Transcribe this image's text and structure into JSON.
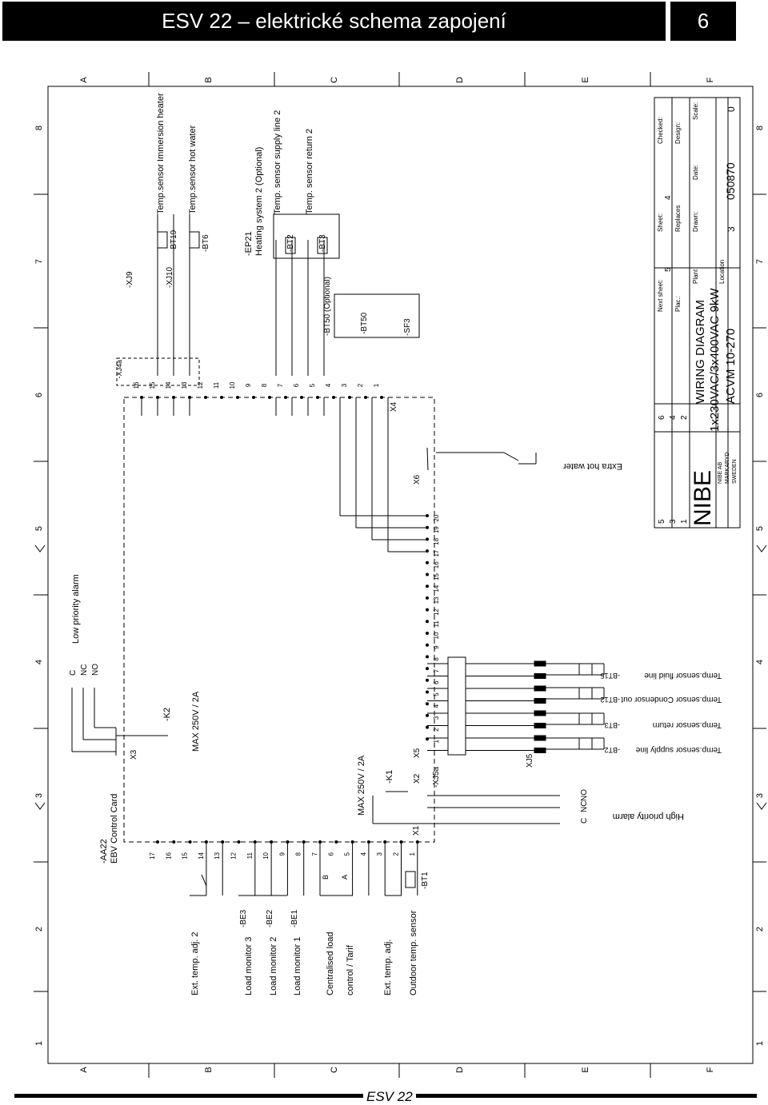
{
  "header": {
    "title": "ESV 22 – elektrické schema zapojení",
    "page_number": "6"
  },
  "footer": {
    "label": "ESV 22"
  },
  "grid": {
    "columns": [
      "A",
      "B",
      "C",
      "D",
      "E",
      "F"
    ],
    "rows": [
      "8",
      "7",
      "6",
      "5",
      "4",
      "3",
      "2",
      "1"
    ]
  },
  "board": {
    "name": "-AA22",
    "subtitle": "EBV Control Card",
    "x1_terminals": [
      "17",
      "16",
      "15",
      "14",
      "13",
      "12",
      "11",
      "10",
      "9",
      "8",
      "7",
      "6",
      "5",
      "4",
      "3",
      "2",
      "1"
    ],
    "x4_terminals": [
      "16",
      "15",
      "14",
      "13",
      "12",
      "11",
      "10",
      "9",
      "8",
      "7",
      "6",
      "5",
      "4",
      "3",
      "2",
      "1"
    ],
    "x5_terminals": [
      "20",
      "19",
      "18",
      "17",
      "16",
      "15",
      "14",
      "13",
      "12",
      "11",
      "10",
      "9",
      "8",
      "7",
      "6",
      "5",
      "4",
      "3",
      "2",
      "1"
    ],
    "connectors": [
      "X1",
      "X2",
      "X3",
      "X4",
      "X5",
      "X6"
    ]
  },
  "bottom_inputs": [
    {
      "tag": "",
      "label": "Ext. temp. adj. 2"
    },
    {
      "tag": "-BE3",
      "label": "Load monitor 3"
    },
    {
      "tag": "-BE2",
      "label": "Load monitor 2"
    },
    {
      "tag": "-BE1",
      "label": "Load monitor 1"
    },
    {
      "tag": "",
      "label": "Centralised load"
    },
    {
      "tag": "",
      "label": "control / Tarif"
    },
    {
      "tag": "",
      "label": "Ext. temp. adj."
    },
    {
      "tag": "-BT1",
      "label": "Outdoor temp. sensor"
    }
  ],
  "top_sensors": [
    {
      "tag": "-BT19",
      "label": "Temp.sensor Immersion heater"
    },
    {
      "tag": "-BT6",
      "label": "Temp.sensor hot water"
    },
    {
      "tag": "-BT2",
      "label": "Temp. sensor supply line 2"
    },
    {
      "tag": "-BT3",
      "label": "Temp. sensor return 2"
    },
    {
      "tag": "-BT50",
      "label": "-BT50 (Optional)"
    }
  ],
  "top_sub": {
    "ep21": "-EP21",
    "ep21_label": "Heating system 2 (Optional)",
    "sf3": "-SF3",
    "xj9": "-XJ9",
    "xj10": "-XJ10",
    "xj4a": "-XJ4a"
  },
  "right_sensors": [
    {
      "tag": "-BT15",
      "label": "Temp.sensor fluid line"
    },
    {
      "tag": "-BT12",
      "label": "Temp.sensor Condensor out"
    },
    {
      "tag": "-BT3",
      "label": "Temp.sensor return"
    },
    {
      "tag": "-BT2",
      "label": "Temp.sensor supply line"
    }
  ],
  "relays": {
    "k2": "-K2",
    "k2_rating": "MAX 250V / 2A",
    "low_alarm": "Low priority alarm",
    "k2_contacts": [
      "C",
      "NC",
      "NO"
    ],
    "k1": "-K1",
    "k1_rating": "MAX 250V / 2A",
    "high_alarm": "High priority alarm",
    "k1_contacts": [
      "C",
      "NC",
      "NO"
    ],
    "xj5a": "-XJ5a",
    "xj5": "XJ5"
  },
  "extra_hot_water": "Extra hot water",
  "title_block": {
    "company": "NIBE",
    "company_addr": [
      "NIBE AB",
      "MARKARYD",
      "SWEDEN"
    ],
    "revisions": [
      "6",
      "4",
      "2",
      "5",
      "3",
      "1"
    ],
    "diagram_title": "WIRING DIAGRAM",
    "supply": "1x230VAC/3x400VAC 9kW",
    "model": "ACVM 10-270",
    "fields": {
      "next_sheet_label": "Next sheet:",
      "next_sheet": "5",
      "sheet_label": "Sheet:",
      "sheet": "4",
      "checked_label": "Checked:",
      "plac_label": "Plac.:",
      "replaces_label": "Replaces",
      "design_label": "Design:",
      "plant_label": "Plant",
      "drawn_label": "Drawn:",
      "date_label": "Date:",
      "scale_label": "Scale:",
      "location_label": "Location",
      "location": "3",
      "drawing_no": "050870",
      "scale_value": "0"
    }
  }
}
